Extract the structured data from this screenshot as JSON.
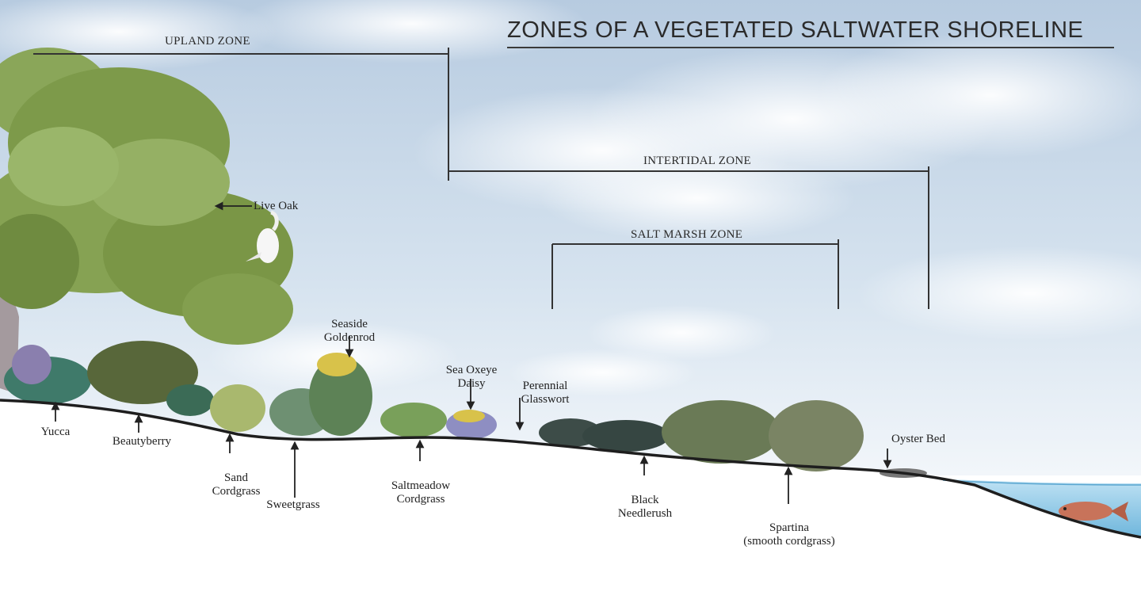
{
  "title": "ZONES OF A VEGETATED SALTWATER SHORELINE",
  "zones": {
    "upland": "UPLAND ZONE",
    "intertidal": "INTERTIDAL ZONE",
    "salt_marsh": "SALT MARSH ZONE"
  },
  "plants": {
    "live_oak": "Live Oak",
    "seaside_goldenrod": [
      "Seaside",
      "Goldenrod"
    ],
    "sea_oxeye_daisy": [
      "Sea Oxeye",
      "Daisy"
    ],
    "perennial_glasswort": [
      "Perennial",
      "Glasswort"
    ],
    "yucca": "Yucca",
    "beautyberry": "Beautyberry",
    "sand_cordgrass": [
      "Sand",
      "Cordgrass"
    ],
    "sweetgrass": "Sweetgrass",
    "saltmeadow_cordgrass": [
      "Saltmeadow",
      "Cordgrass"
    ],
    "black_needlerush": [
      "Black",
      "Needlerush"
    ],
    "spartina": [
      "Spartina",
      "(smooth cordgrass)"
    ],
    "oyster_bed": "Oyster Bed"
  },
  "colors": {
    "sky_top": "#b9cde0",
    "sky_bottom": "#eef3f8",
    "foliage": "#7d9a4a",
    "ground_line": "#1e1e1e",
    "water": "#9fd0ea"
  }
}
